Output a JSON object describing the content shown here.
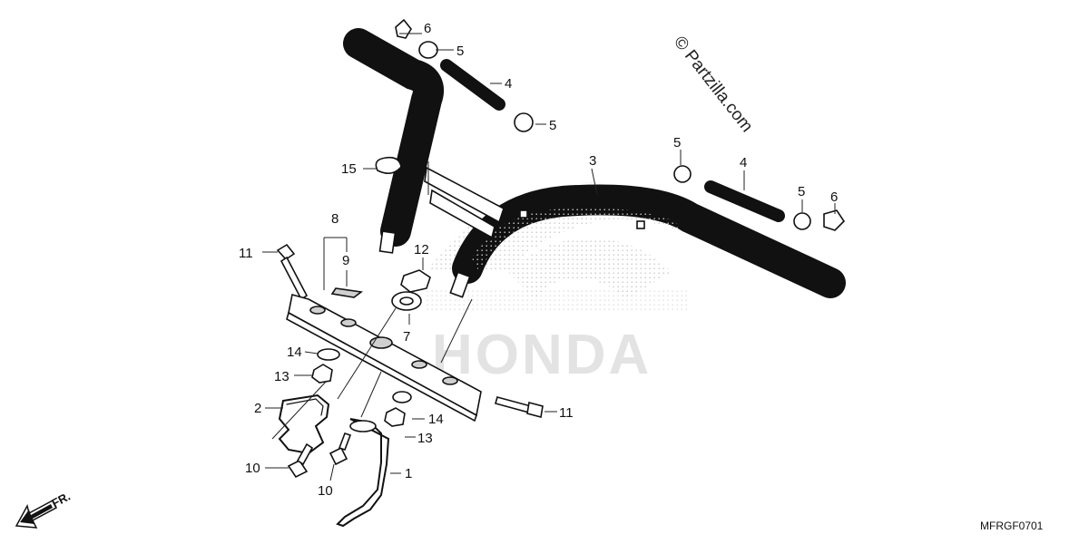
{
  "diagram": {
    "watermark": "© Partzilla.com",
    "brand_logo_text": "HONDA",
    "front_indicator": "FR.",
    "diagram_code": "MFRGF0701"
  },
  "callouts": {
    "c1": "1",
    "c2": "2",
    "c3": "3",
    "c4a": "4",
    "c4b": "4",
    "c5a": "5",
    "c5b": "5",
    "c5c": "5",
    "c5d": "5",
    "c6a": "6",
    "c6b": "6",
    "c7": "7",
    "c8": "8",
    "c9": "9",
    "c10a": "10",
    "c10b": "10",
    "c11a": "11",
    "c11b": "11",
    "c12": "12",
    "c13a": "13",
    "c13b": "13",
    "c14a": "14",
    "c14b": "14",
    "c15": "15"
  }
}
